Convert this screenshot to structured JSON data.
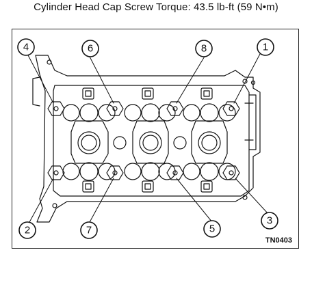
{
  "title": "Cylinder Head Cap Screw Torque: 43.5 lb-ft (59 N•m)",
  "figure_id": "TN0403",
  "callouts": [
    {
      "number": "1"
    },
    {
      "number": "2"
    },
    {
      "number": "3"
    },
    {
      "number": "4"
    },
    {
      "number": "5"
    },
    {
      "number": "6"
    },
    {
      "number": "7"
    },
    {
      "number": "8"
    }
  ]
}
